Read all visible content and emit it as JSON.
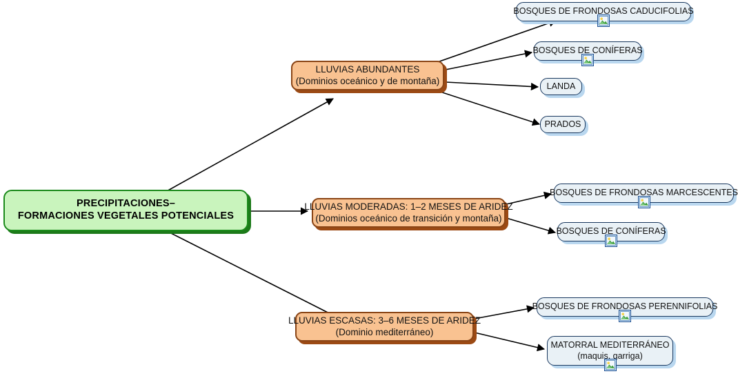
{
  "diagram": {
    "title_node": {
      "line1": "PRECIPITACIONES–",
      "line2": "FORMACIONES VEGETALES POTENCIALES"
    },
    "branches": [
      {
        "id": "abundantes",
        "line1": "LLUVIAS ABUNDANTES",
        "line2": "(Dominios oceánico y de montaña)",
        "leaves": [
          {
            "label": "BOSQUES DE FRONDOSAS CADUCIFOLIAS",
            "sub": "",
            "icon": "image-icon"
          },
          {
            "label": "BOSQUES DE CONÍFERAS",
            "sub": "",
            "icon": "image-icon"
          },
          {
            "label": "LANDA",
            "sub": "",
            "icon": ""
          },
          {
            "label": "PRADOS",
            "sub": "",
            "icon": ""
          }
        ]
      },
      {
        "id": "moderadas",
        "line1": "LLUVIAS MODERADAS: 1–2 MESES DE ARIDEZ",
        "line2": "(Dominios oceánico de transición y montaña)",
        "leaves": [
          {
            "label": "BOSQUES DE FRONDOSAS MARCESCENTES",
            "sub": "",
            "icon": "image-icon"
          },
          {
            "label": "BOSQUES DE CONÍFERAS",
            "sub": "",
            "icon": "image-icon"
          }
        ]
      },
      {
        "id": "escasas",
        "line1": "LLUVIAS ESCASAS: 3–6 MESES DE ARIDEZ",
        "line2": "(Dominio mediterráneo)",
        "leaves": [
          {
            "label": "BOSQUES DE FRONDOSAS PERENNIFOLIAS",
            "sub": "",
            "icon": "image-icon"
          },
          {
            "label": "MATORRAL MEDITERRÁNEO",
            "sub": "(maquis, garriga)",
            "icon": "image-icon"
          }
        ]
      }
    ],
    "colors": {
      "root_fill": "#c9f4bd",
      "root_border": "#1b8a1b",
      "root_shadow": "#1c7a19",
      "branch_fill": "#f9c291",
      "branch_border": "#8a4516",
      "branch_shadow": "#9c4a14",
      "leaf_fill": "#e9f1f6",
      "leaf_border": "#17365d",
      "leaf_shadow": "#b9d7ef",
      "edge": "#000000",
      "background": "#ffffff"
    }
  }
}
